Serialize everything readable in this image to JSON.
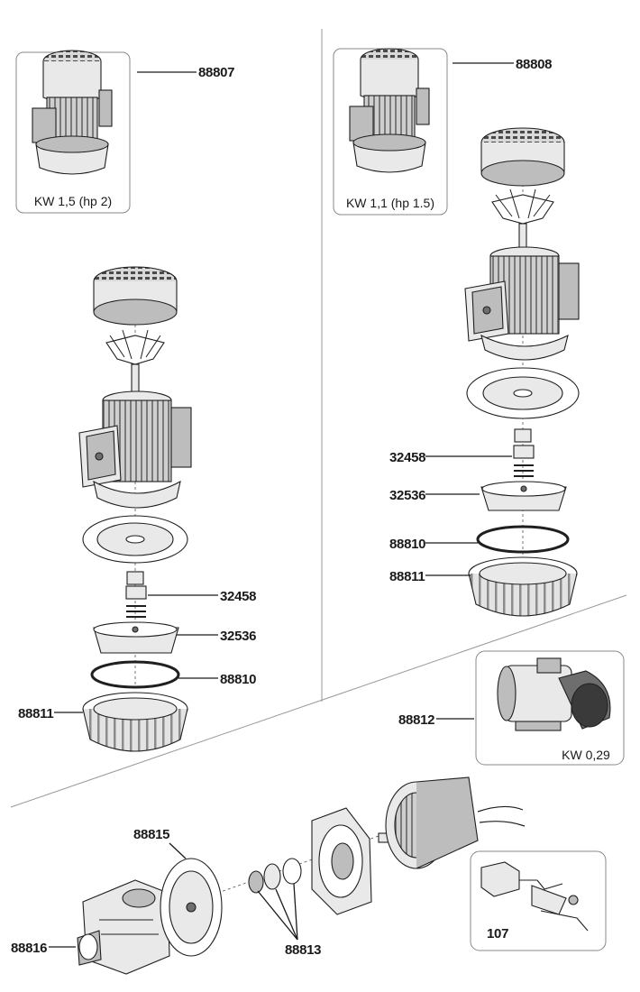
{
  "assemblies": {
    "left_panel": {
      "motor_box": {
        "part_number": "88807",
        "power_label": "KW 1,5 (hp 2)"
      },
      "parts": [
        {
          "part_number": "32458"
        },
        {
          "part_number": "32536"
        },
        {
          "part_number": "88810"
        },
        {
          "part_number": "88811"
        }
      ]
    },
    "right_panel": {
      "motor_box": {
        "part_number": "88808",
        "power_label": "KW 1,1 (hp 1.5)"
      },
      "parts": [
        {
          "part_number": "32458"
        },
        {
          "part_number": "32536"
        },
        {
          "part_number": "88810"
        },
        {
          "part_number": "88811"
        }
      ]
    },
    "small_motor_box": {
      "part_number": "88812",
      "power_label": "KW 0,29"
    },
    "bottom_panel": {
      "parts": [
        {
          "part_number": "88815"
        },
        {
          "part_number": "88816"
        },
        {
          "part_number": "88813"
        }
      ],
      "capacitor_box": {
        "part_number": "107"
      }
    }
  },
  "colors": {
    "line": "#1f1f1f",
    "panel_border": "#888888",
    "fill_light": "#e9e9e9",
    "fill_dark": "#6e6e6e"
  }
}
